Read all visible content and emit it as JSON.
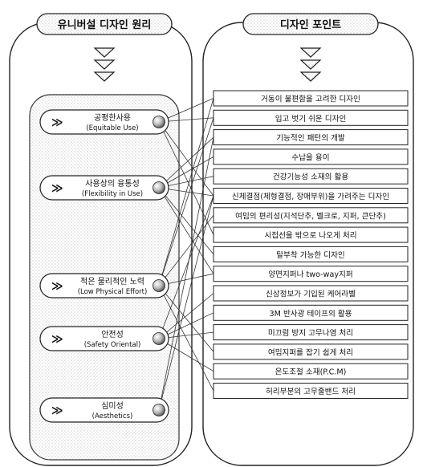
{
  "left_panel": {
    "title": "유니버설 디자인 원리",
    "principles": [
      {
        "name": "공평한사용",
        "subtitle": "(Equitable Use)"
      },
      {
        "name": "사용상의 융통성",
        "subtitle": "(Flexibility in Use)"
      },
      {
        "name": "적은 물리적인 노력",
        "subtitle": "(Low Physical Effort)"
      },
      {
        "name": "안전성",
        "subtitle": "(Safety Oriental)"
      },
      {
        "name": "심미성",
        "subtitle": "(Aesthetics)"
      }
    ]
  },
  "right_panel": {
    "title": "디자인 포인트",
    "points": [
      "거동이 불편함을 고려한 디자인",
      "입고 벗기 쉬운 디자인",
      "기능적인 패턴의 개발",
      "수납을 용이",
      "건강기능성 소재의 활용",
      "신체결점(체형결점, 장애부위)을 가려주는 디자인",
      "여밈의 편리성(지석단추, 벨크로, 지퍼, 큰단추)",
      "시접선을 밖으로 나오게 처리",
      "탈부착 가능한 디자인",
      "양면지퍼나 two-way지퍼",
      "신상정보가 기입된 케어라벨",
      "3M 반사광 테이프의 활용",
      "미끄럼 방지 고무나염 처리",
      "여밈지퍼를 잡기 쉽게 처리",
      "온도조절 소재(P.C.M)",
      "허리부분의 고무줄밴드 처리"
    ]
  },
  "connections": [
    [
      0,
      0
    ],
    [
      0,
      1
    ],
    [
      0,
      5
    ],
    [
      0,
      7
    ],
    [
      1,
      2
    ],
    [
      1,
      3
    ],
    [
      1,
      4
    ],
    [
      1,
      5
    ],
    [
      1,
      8
    ],
    [
      1,
      9
    ],
    [
      2,
      0
    ],
    [
      2,
      1
    ],
    [
      2,
      6
    ],
    [
      2,
      9
    ],
    [
      2,
      13
    ],
    [
      2,
      15
    ],
    [
      3,
      5
    ],
    [
      3,
      10
    ],
    [
      3,
      11
    ],
    [
      3,
      12
    ],
    [
      3,
      14
    ],
    [
      4,
      2
    ],
    [
      4,
      5
    ]
  ]
}
